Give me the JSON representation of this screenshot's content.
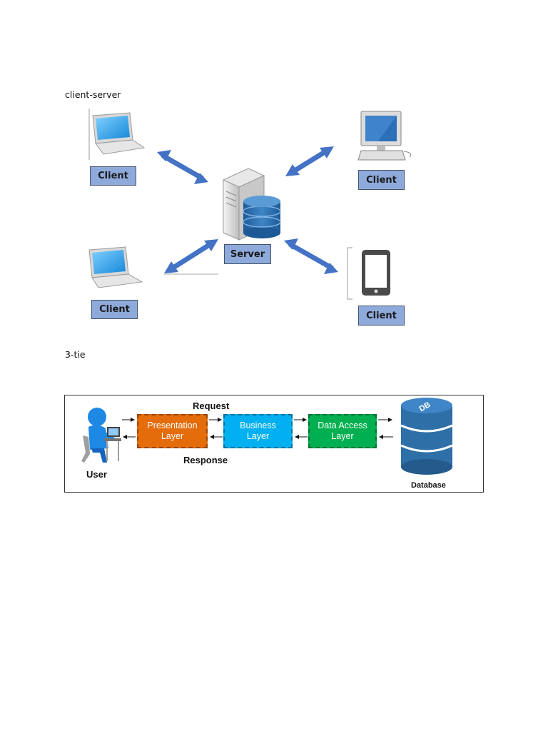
{
  "client_server": {
    "heading": "client-server",
    "client_labels": [
      "Client",
      "Client",
      "Client",
      "Client"
    ],
    "server_label": "Server"
  },
  "three_tier": {
    "heading": "3-tie",
    "request_label": "Request",
    "response_label": "Response",
    "user_label": "User",
    "database_label": "Database",
    "db_icon_text": "DB",
    "layers": [
      {
        "label": "Presentation\nLayer",
        "color": "#e46c0a"
      },
      {
        "label": "Business\nLayer",
        "color": "#00b0f0"
      },
      {
        "label": "Data Access\nLayer",
        "color": "#00b050"
      }
    ]
  },
  "colors": {
    "arrow": "#4472c4",
    "label_fill": "#8eaadb",
    "screen": "#29a3e8",
    "db_blue": "#2f6fa8"
  }
}
